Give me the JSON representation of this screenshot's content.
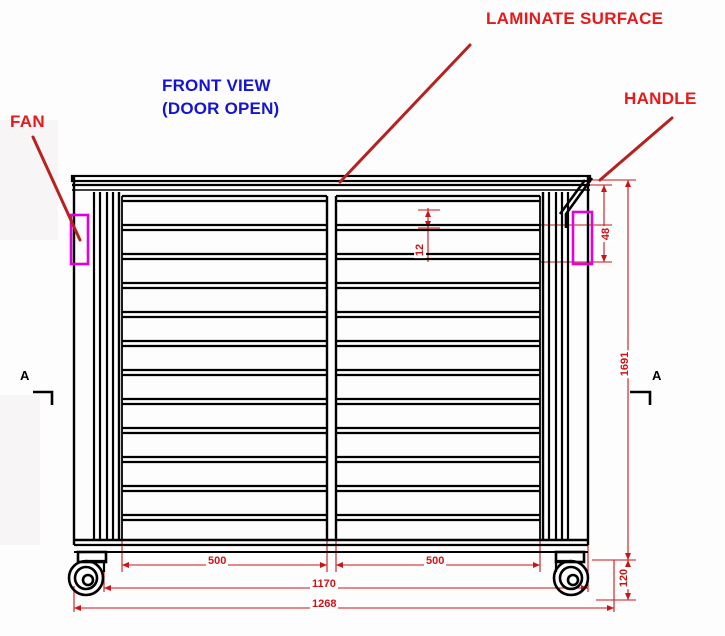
{
  "drawing": {
    "type": "engineering-elevation",
    "title_lines": [
      "FRONT VIEW",
      "(DOOR OPEN)"
    ],
    "title_color": "#1414d2",
    "annotation_color": "#e8191b",
    "dimension_color": "#cc1417",
    "highlight_color": "#e000e0",
    "outline_color": "#000000"
  },
  "annotations": [
    {
      "label": "FAN",
      "target": "fan-highlight"
    },
    {
      "label": "LAMINATE SURFACE",
      "target": "laminate-top-panel"
    },
    {
      "label": "HANDLE",
      "target": "handle-highlight"
    }
  ],
  "section_markers": [
    {
      "label": "A",
      "side": "left"
    },
    {
      "label": "A",
      "side": "right"
    }
  ],
  "dimensions": {
    "horizontal": [
      {
        "value": "500",
        "name": "left-bay-width"
      },
      {
        "value": "500",
        "name": "right-bay-width"
      },
      {
        "value": "1170",
        "name": "inner-width"
      },
      {
        "value": "1268",
        "name": "overall-width"
      }
    ],
    "vertical": [
      {
        "value": "48",
        "name": "handle-height"
      },
      {
        "value": "12",
        "name": "shelf-thickness"
      },
      {
        "value": "1691",
        "name": "overall-height"
      },
      {
        "value": "120",
        "name": "caster-height"
      }
    ]
  },
  "components": {
    "shelf_count": 12,
    "bay_count": 2,
    "caster_count": 2,
    "fan_label": "fan",
    "handle_label": "handle",
    "laminate_label": "laminate surface"
  }
}
